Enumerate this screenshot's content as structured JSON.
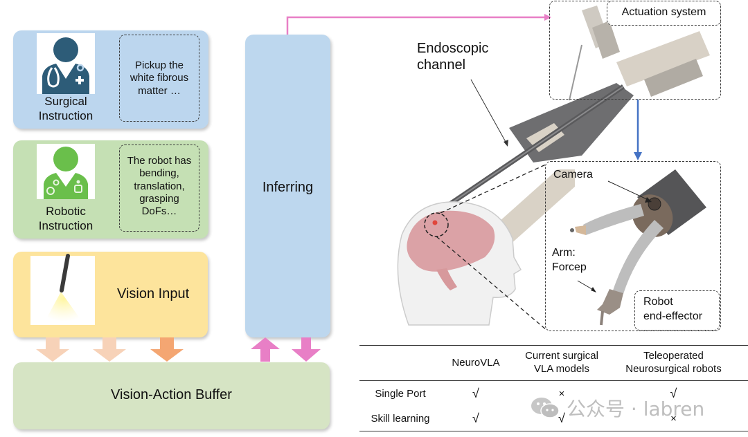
{
  "left_panel": {
    "surgical": {
      "label_line1": "Surgical",
      "label_line2": "Instruction",
      "bubble_line1": "Pickup the",
      "bubble_line2": "white fibrous",
      "bubble_line3": "matter …",
      "icon": "doctor-icon",
      "color": "#bcd6ee"
    },
    "robotic": {
      "label_line1": "Robotic",
      "label_line2": "Instruction",
      "bubble_line1": "The robot has",
      "bubble_line2": "bending,",
      "bubble_line3": "translation,",
      "bubble_line4": "grasping",
      "bubble_line5": "DoFs…",
      "icon": "robot-person-icon",
      "color": "#c5e0b4"
    },
    "vision": {
      "label": "Vision Input",
      "icon": "endoscope-light-icon",
      "color": "#fde49c"
    },
    "buffer": {
      "label": "Vision-Action Buffer",
      "color": "#d6e4c4"
    },
    "inferring": {
      "label": "Inferring",
      "color": "#bdd7ee"
    }
  },
  "right_panel": {
    "endoscopic_label_line1": "Endoscopic",
    "endoscopic_label_line2": "channel",
    "actuation_label": "Actuation system",
    "camera_label": "Camera",
    "arm_label_line1": "Arm:",
    "arm_label_line2": "Forcep",
    "end_effector_line1": "Robot",
    "end_effector_line2": "end-effector"
  },
  "comparison_table": {
    "headers": [
      {
        "line1": "",
        "line2": ""
      },
      {
        "line1": "NeuroVLA",
        "line2": ""
      },
      {
        "line1": "Current surgical",
        "line2": "VLA models"
      },
      {
        "line1": "Teleoperated",
        "line2": "Neurosurgical robots"
      }
    ],
    "rows": [
      {
        "label": "Single Port",
        "cells": [
          "√",
          "×",
          "√"
        ]
      },
      {
        "label": "Skill learning",
        "cells": [
          "√",
          "√",
          "×"
        ]
      }
    ]
  },
  "watermark": {
    "text": "公众号 · labren",
    "icon": "wechat-icon"
  },
  "colors": {
    "pink_arrow": "#e87fc6",
    "blue_arrow": "#4472c4",
    "peach_arrow_light": "#f7d2b8",
    "peach_arrow_dark": "#f4a672"
  }
}
